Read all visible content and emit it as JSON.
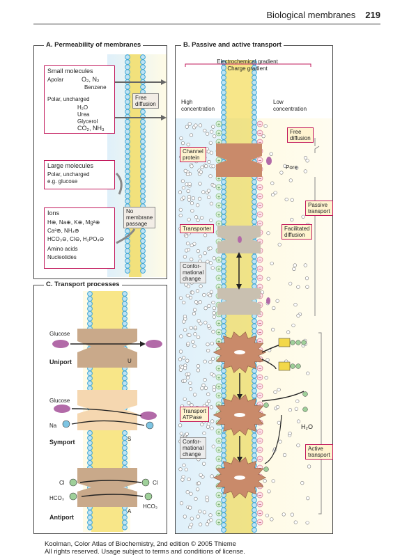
{
  "header": {
    "title": "Biological membranes",
    "page": "219"
  },
  "panelA": {
    "title": "A. Permeability of membranes",
    "small_title": "Small molecules",
    "apolar_label": "Apolar",
    "apolar_items": "O₂, N₂",
    "benzene": "Benzene",
    "polar_label": "Polar, uncharged",
    "polar_items": [
      "H₂O",
      "Urea",
      "Glycerol",
      "CO₂, NH₃"
    ],
    "free_diffusion": [
      "Free",
      "diffusion"
    ],
    "large_title": "Large molecules",
    "large_lines": [
      "Polar, uncharged",
      "e.g. glucose"
    ],
    "ions_title": "Ions",
    "ions_lines": [
      "H⊕, Na⊕, K⊕, Mg²⊕",
      "Ca²⊕, NH₄⊕",
      "HCO₃⊖, Cl⊖, H₂PO₄⊖",
      "Amino acids",
      "Nucleotides"
    ],
    "no_passage": [
      "No",
      "membrane",
      "passage"
    ]
  },
  "panelB": {
    "title": "B. Passive and active transport",
    "gradients": [
      "Electrochemical gradient",
      "Charge gradient"
    ],
    "high": [
      "High",
      "concentration"
    ],
    "low": [
      "Low",
      "concentration"
    ],
    "free_diffusion": [
      "Free",
      "diffusion"
    ],
    "channel": [
      "Channel",
      "protein"
    ],
    "pore": "Pore",
    "passive": [
      "Passive",
      "transport"
    ],
    "transporter": "Transporter",
    "facilitated": [
      "Facilitated",
      "diffusion"
    ],
    "conf1": [
      "Confor-",
      "mational",
      "change"
    ],
    "atpase": [
      "Transport",
      "ATPase"
    ],
    "conf2": [
      "Confor-",
      "mational",
      "change"
    ],
    "water": "H₂O",
    "active": [
      "Active",
      "transport"
    ]
  },
  "panelC": {
    "title": "C. Transport processes",
    "uniport": {
      "glucose": "Glucose",
      "name": "Uniport",
      "letter": "U"
    },
    "symport": {
      "glucose": "Glucose",
      "na": "Na",
      "name": "Symport",
      "letter": "S"
    },
    "antiport": {
      "cl_left": "Cl",
      "cl_right": "Cl",
      "hco3_left": "HCO₃",
      "hco3_right": "HCO₃",
      "name": "Antiport",
      "letter": "A"
    }
  },
  "footer": {
    "line1": "Koolman, Color Atlas of Biochemistry, 2nd edition © 2005 Thieme",
    "line2": "All rights reserved. Usage subject to terms and conditions of license."
  },
  "colors": {
    "membrane_head": "#3da6d6",
    "tail": "#f3d84a",
    "glucose": "#b26aa8",
    "protein": "#c9a98a",
    "ion_green": "#9fd09a",
    "ion_blue": "#7ec5e3",
    "magenta": "#c2185b",
    "label_yellow": "#fff4d0"
  }
}
